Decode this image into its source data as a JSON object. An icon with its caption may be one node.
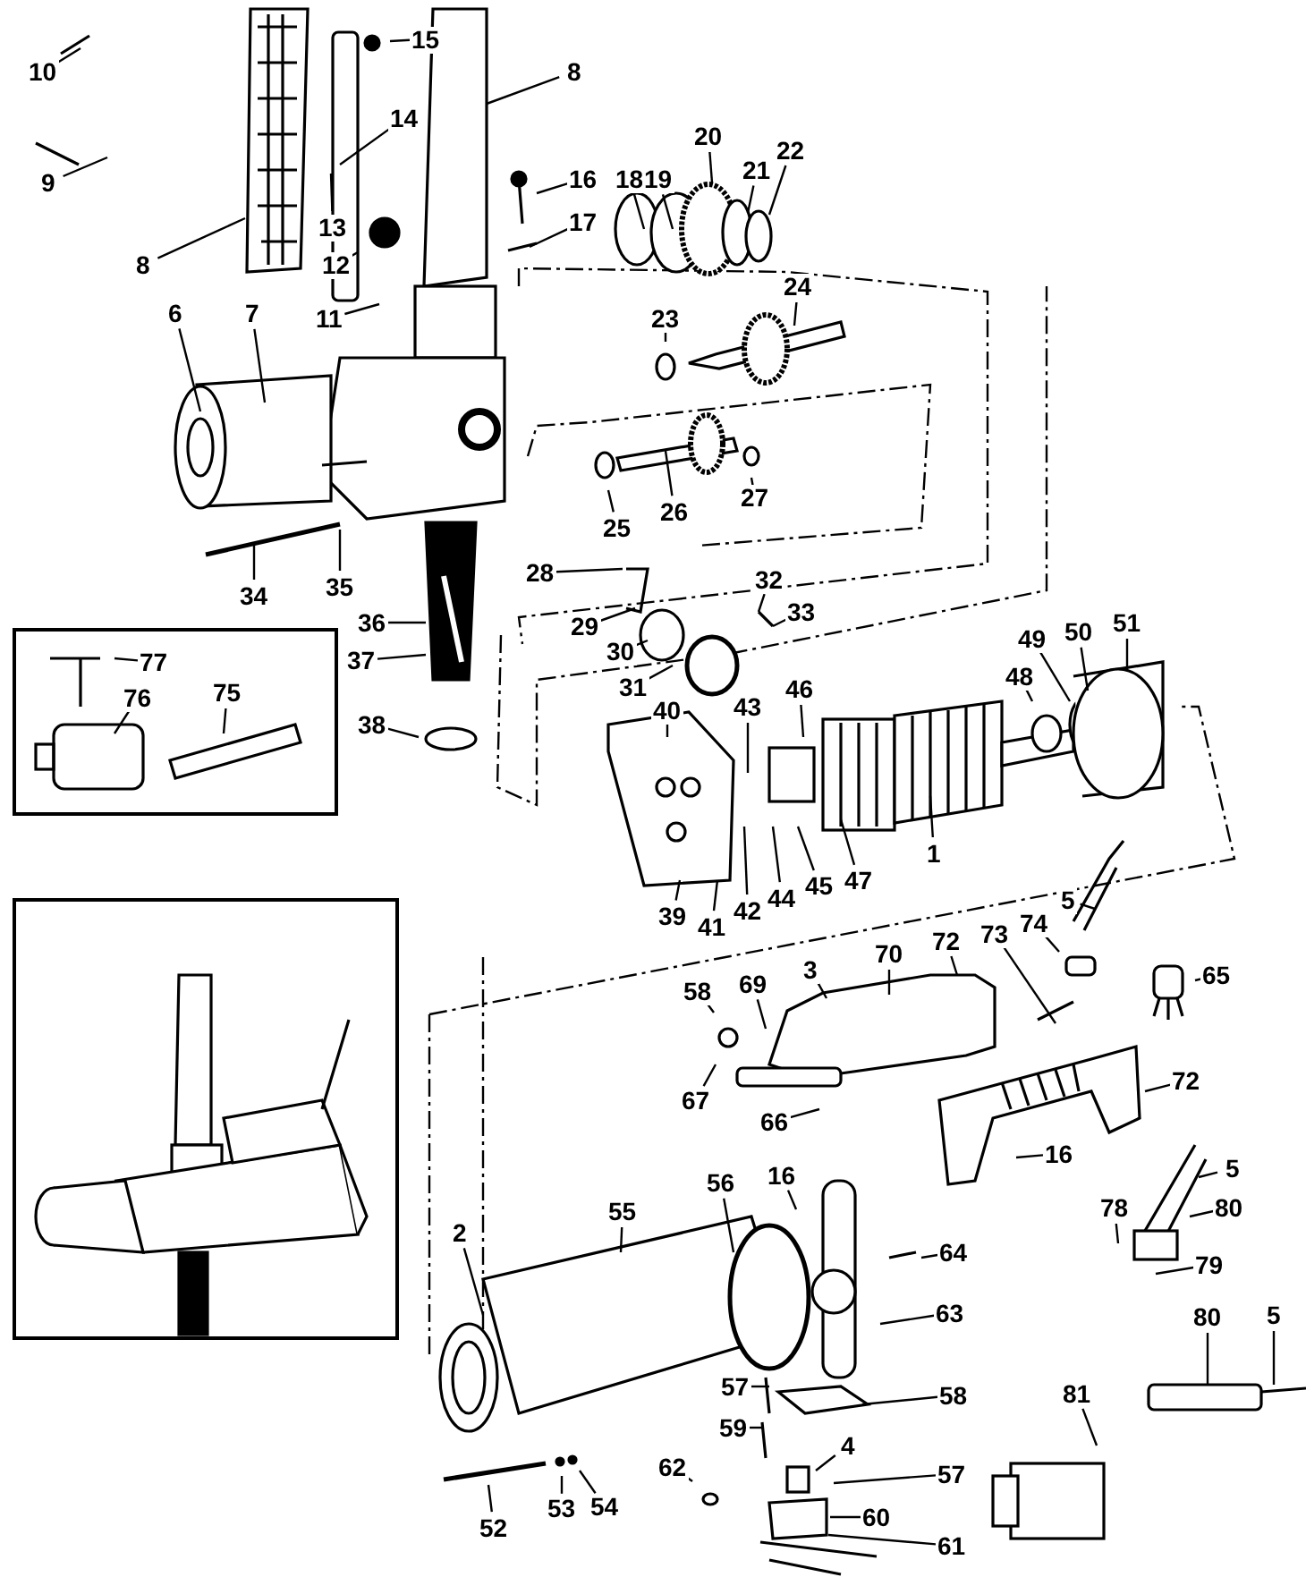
{
  "diagram": {
    "nodes": [
      {
        "text": [
          "10"
        ]
      },
      {
        "text": [
          "15"
        ]
      },
      {
        "text": [
          "8"
        ]
      },
      {
        "text": [
          "14"
        ]
      },
      {
        "text": [
          "9"
        ]
      },
      {
        "text": [
          "16"
        ]
      },
      {
        "text": [
          "18"
        ]
      },
      {
        "text": [
          "20"
        ]
      },
      {
        "text": [
          "19"
        ]
      },
      {
        "text": [
          "21"
        ]
      },
      {
        "text": [
          "22"
        ]
      },
      {
        "text": [
          "13"
        ]
      },
      {
        "text": [
          "17"
        ]
      },
      {
        "text": [
          "8"
        ]
      },
      {
        "text": [
          "12"
        ]
      },
      {
        "text": [
          "11"
        ]
      },
      {
        "text": [
          "24"
        ]
      },
      {
        "text": [
          "6"
        ]
      },
      {
        "text": [
          "7"
        ]
      },
      {
        "text": [
          "23"
        ]
      },
      {
        "text": [
          "25"
        ]
      },
      {
        "text": [
          "26"
        ]
      },
      {
        "text": [
          "27"
        ]
      },
      {
        "text": [
          "34"
        ]
      },
      {
        "text": [
          "35"
        ]
      },
      {
        "text": [
          "28"
        ]
      },
      {
        "text": [
          "32"
        ]
      },
      {
        "text": [
          "29"
        ]
      },
      {
        "text": [
          "33"
        ]
      },
      {
        "text": [
          "36"
        ]
      },
      {
        "text": [
          "30"
        ]
      },
      {
        "text": [
          "37"
        ]
      },
      {
        "text": [
          "31"
        ]
      },
      {
        "text": [
          "49"
        ]
      },
      {
        "text": [
          "50"
        ]
      },
      {
        "text": [
          "51"
        ]
      },
      {
        "text": [
          "48"
        ]
      },
      {
        "text": [
          "46"
        ]
      },
      {
        "text": [
          "43"
        ]
      },
      {
        "text": [
          "40"
        ]
      },
      {
        "text": [
          "38"
        ]
      },
      {
        "text": [
          "1"
        ]
      },
      {
        "text": [
          "39"
        ]
      },
      {
        "text": [
          "41"
        ]
      },
      {
        "text": [
          "42"
        ]
      },
      {
        "text": [
          "44"
        ]
      },
      {
        "text": [
          "45"
        ]
      },
      {
        "text": [
          "47"
        ]
      },
      {
        "text": [
          "5"
        ]
      },
      {
        "text": [
          "74"
        ]
      },
      {
        "text": [
          "73"
        ]
      },
      {
        "text": [
          "72"
        ]
      },
      {
        "text": [
          "70"
        ]
      },
      {
        "text": [
          "3"
        ]
      },
      {
        "text": [
          "58"
        ]
      },
      {
        "text": [
          "69"
        ]
      },
      {
        "text": [
          "65"
        ]
      },
      {
        "text": [
          "67"
        ]
      },
      {
        "text": [
          "66"
        ]
      },
      {
        "text": [
          "72"
        ]
      },
      {
        "text": [
          "16"
        ]
      },
      {
        "text": [
          "56"
        ]
      },
      {
        "text": [
          "16"
        ]
      },
      {
        "text": [
          "5"
        ]
      },
      {
        "text": [
          "78"
        ]
      },
      {
        "text": [
          "80"
        ]
      },
      {
        "text": [
          "2"
        ]
      },
      {
        "text": [
          "55"
        ]
      },
      {
        "text": [
          "64"
        ]
      },
      {
        "text": [
          "79"
        ]
      },
      {
        "text": [
          "63"
        ]
      },
      {
        "text": [
          "80"
        ]
      },
      {
        "text": [
          "5"
        ]
      },
      {
        "text": [
          "57"
        ]
      },
      {
        "text": [
          "58"
        ]
      },
      {
        "text": [
          "81"
        ]
      },
      {
        "text": [
          "59"
        ]
      },
      {
        "text": [
          "4"
        ]
      },
      {
        "text": [
          "62"
        ]
      },
      {
        "text": [
          "60"
        ]
      },
      {
        "text": [
          "57"
        ]
      },
      {
        "text": [
          "52"
        ]
      },
      {
        "text": [
          "53"
        ]
      },
      {
        "text": [
          "54"
        ]
      },
      {
        "text": [
          "61"
        ]
      },
      {
        "text": [
          "77"
        ]
      },
      {
        "text": [
          "76"
        ]
      },
      {
        "text": [
          "75"
        ]
      }
    ],
    "edges": [
      {
        "from": 0,
        "to": null,
        "arrow": "none"
      },
      {
        "from": 1,
        "to": null,
        "arrow": "none"
      },
      {
        "from": 2,
        "to": null,
        "arrow": "none"
      },
      {
        "from": 3,
        "to": null,
        "arrow": "none"
      },
      {
        "from": 4,
        "to": null,
        "arrow": "none"
      },
      {
        "from": 5,
        "to": null,
        "arrow": "none"
      },
      {
        "from": 6,
        "to": null,
        "arrow": "none"
      },
      {
        "from": 7,
        "to": null,
        "arrow": "none"
      },
      {
        "from": 8,
        "to": null,
        "arrow": "none"
      },
      {
        "from": 9,
        "to": null,
        "arrow": "none"
      },
      {
        "from": 10,
        "to": null,
        "arrow": "none"
      },
      {
        "from": 11,
        "to": null,
        "arrow": "none"
      },
      {
        "from": 12,
        "to": null,
        "arrow": "none"
      },
      {
        "from": 13,
        "to": null,
        "arrow": "none"
      },
      {
        "from": 14,
        "to": null,
        "arrow": "none"
      },
      {
        "from": 15,
        "to": null,
        "arrow": "none"
      },
      {
        "from": 16,
        "to": null,
        "arrow": "none"
      },
      {
        "from": 17,
        "to": null,
        "arrow": "none"
      },
      {
        "from": 18,
        "to": null,
        "arrow": "none"
      },
      {
        "from": 19,
        "to": null,
        "arrow": "none"
      },
      {
        "from": 20,
        "to": null,
        "arrow": "none"
      },
      {
        "from": 21,
        "to": null,
        "arrow": "none"
      },
      {
        "from": 22,
        "to": null,
        "arrow": "none"
      },
      {
        "from": 23,
        "to": null,
        "arrow": "none"
      },
      {
        "from": 24,
        "to": null,
        "arrow": "none"
      },
      {
        "from": 25,
        "to": null,
        "arrow": "none"
      },
      {
        "from": 26,
        "to": null,
        "arrow": "none"
      },
      {
        "from": 27,
        "to": null,
        "arrow": "none"
      },
      {
        "from": 28,
        "to": null,
        "arrow": "none"
      },
      {
        "from": 29,
        "to": null,
        "arrow": "none"
      },
      {
        "from": 30,
        "to": null,
        "arrow": "none"
      },
      {
        "from": 31,
        "to": null,
        "arrow": "none"
      },
      {
        "from": 32,
        "to": null,
        "arrow": "none"
      },
      {
        "from": 33,
        "to": null,
        "arrow": "none"
      },
      {
        "from": 34,
        "to": null,
        "arrow": "none"
      },
      {
        "from": 35,
        "to": null,
        "arrow": "none"
      },
      {
        "from": 36,
        "to": null,
        "arrow": "none"
      },
      {
        "from": 37,
        "to": null,
        "arrow": "none"
      },
      {
        "from": 38,
        "to": null,
        "arrow": "none"
      },
      {
        "from": 39,
        "to": null,
        "arrow": "none"
      },
      {
        "from": 40,
        "to": null,
        "arrow": "none"
      },
      {
        "from": 41,
        "to": null,
        "arrow": "none"
      },
      {
        "from": 42,
        "to": null,
        "arrow": "none"
      },
      {
        "from": 43,
        "to": null,
        "arrow": "none"
      },
      {
        "from": 44,
        "to": null,
        "arrow": "none"
      },
      {
        "from": 45,
        "to": null,
        "arrow": "none"
      },
      {
        "from": 46,
        "to": null,
        "arrow": "none"
      },
      {
        "from": 47,
        "to": null,
        "arrow": "none"
      },
      {
        "from": 48,
        "to": null,
        "arrow": "none"
      },
      {
        "from": 49,
        "to": null,
        "arrow": "none"
      },
      {
        "from": 50,
        "to": null,
        "arrow": "none"
      },
      {
        "from": 51,
        "to": null,
        "arrow": "none"
      },
      {
        "from": 52,
        "to": null,
        "arrow": "none"
      },
      {
        "from": 53,
        "to": null,
        "arrow": "none"
      },
      {
        "from": 54,
        "to": null,
        "arrow": "none"
      },
      {
        "from": 55,
        "to": null,
        "arrow": "none"
      },
      {
        "from": 56,
        "to": null,
        "arrow": "none"
      },
      {
        "from": 57,
        "to": null,
        "arrow": "none"
      },
      {
        "from": 58,
        "to": null,
        "arrow": "none"
      },
      {
        "from": 59,
        "to": null,
        "arrow": "none"
      },
      {
        "from": 60,
        "to": null,
        "arrow": "none"
      },
      {
        "from": 61,
        "to": null,
        "arrow": "none"
      },
      {
        "from": 62,
        "to": null,
        "arrow": "none"
      },
      {
        "from": 63,
        "to": null,
        "arrow": "none"
      },
      {
        "from": 64,
        "to": null,
        "arrow": "none"
      },
      {
        "from": 65,
        "to": null,
        "arrow": "none"
      },
      {
        "from": 66,
        "to": null,
        "arrow": "none"
      },
      {
        "from": 67,
        "to": null,
        "arrow": "none"
      },
      {
        "from": 68,
        "to": null,
        "arrow": "none"
      },
      {
        "from": 69,
        "to": null,
        "arrow": "none"
      },
      {
        "from": 70,
        "to": null,
        "arrow": "none"
      },
      {
        "from": 71,
        "to": null,
        "arrow": "none"
      },
      {
        "from": 72,
        "to": null,
        "arrow": "none"
      },
      {
        "from": 73,
        "to": null,
        "arrow": "none"
      },
      {
        "from": 74,
        "to": null,
        "arrow": "none"
      },
      {
        "from": 75,
        "to": null,
        "arrow": "none"
      },
      {
        "from": 76,
        "to": null,
        "arrow": "none"
      },
      {
        "from": 77,
        "to": null,
        "arrow": "none"
      },
      {
        "from": 78,
        "to": null,
        "arrow": "none"
      },
      {
        "from": 79,
        "to": null,
        "arrow": "none"
      },
      {
        "from": 80,
        "to": null,
        "arrow": "none"
      },
      {
        "from": 81,
        "to": null,
        "arrow": "none"
      },
      {
        "from": 82,
        "to": null,
        "arrow": "none"
      },
      {
        "from": 83,
        "to": null,
        "arrow": "none"
      },
      {
        "from": 84,
        "to": null,
        "arrow": "none"
      },
      {
        "from": 85,
        "to": null,
        "arrow": "none"
      },
      {
        "from": 86,
        "to": null,
        "arrow": "none"
      },
      {
        "from": 87,
        "to": null,
        "arrow": "none"
      }
    ]
  }
}
